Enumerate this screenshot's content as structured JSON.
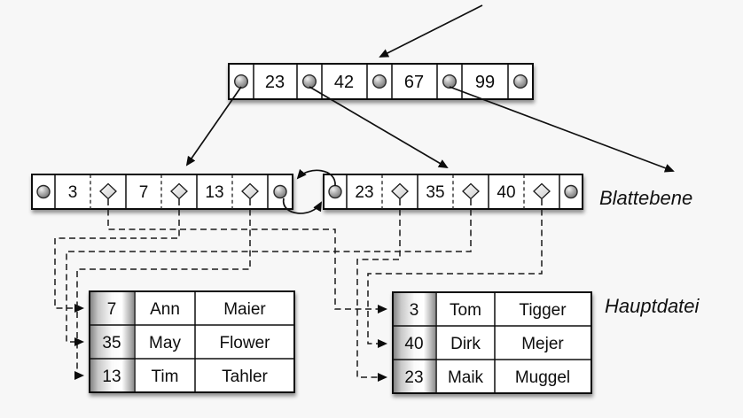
{
  "diagram": {
    "root_node": {
      "keys": [
        "23",
        "42",
        "67",
        "99"
      ]
    },
    "leaf_level": {
      "label": "Blattebene",
      "left_leaf": {
        "keys": [
          "3",
          "7",
          "13"
        ]
      },
      "right_leaf": {
        "keys": [
          "23",
          "35",
          "40"
        ]
      }
    },
    "main_file": {
      "label": "Hauptdatei",
      "left_table": {
        "rows": [
          [
            "7",
            "Ann",
            "Maier"
          ],
          [
            "35",
            "May",
            "Flower"
          ],
          [
            "13",
            "Tim",
            "Tahler"
          ]
        ]
      },
      "right_table": {
        "rows": [
          [
            "3",
            "Tom",
            "Tigger"
          ],
          [
            "40",
            "Dirk",
            "Mejer"
          ],
          [
            "23",
            "Maik",
            "Muggel"
          ]
        ]
      }
    },
    "icons": {
      "page_pointer": "gray-sphere-circle",
      "record_pointer": "diamond-outline",
      "leaf_sibling_link": "curved-double-arrow-cycle",
      "reference_arrow": "solid-black-arrowhead"
    },
    "colors": {
      "background": "#f7f7f7",
      "box_fill": "#ffffff",
      "line": "#111111",
      "key_column_edge": "#8a8a8a"
    }
  }
}
